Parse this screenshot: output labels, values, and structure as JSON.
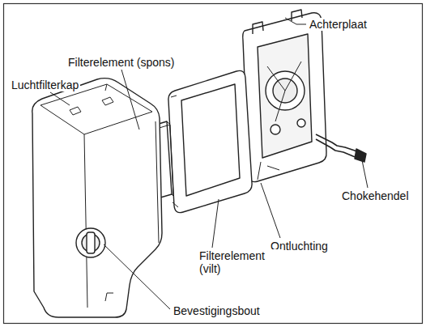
{
  "diagram": {
    "labels": [
      "Achterplaat",
      "Filterelement (spons)",
      "Luchtfilterkap",
      "Chokehendel",
      "Ontluchting",
      "Filterelement (vilt)",
      "Bevestigingsbout"
    ]
  }
}
